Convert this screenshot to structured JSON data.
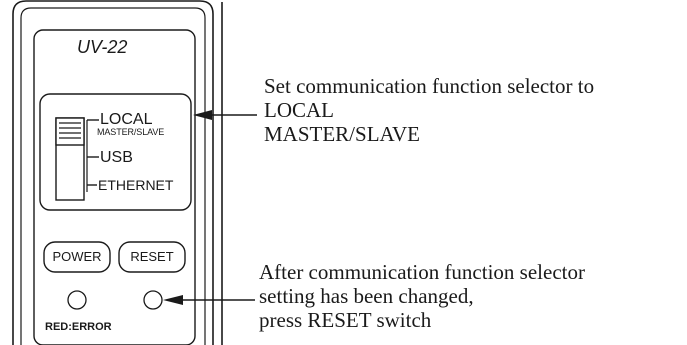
{
  "device": {
    "model": "UV-22",
    "selector": {
      "positions": [
        "LOCAL",
        "MASTER/SLAVE",
        "USB",
        "ETHERNET"
      ]
    },
    "buttons": {
      "power": "POWER",
      "reset": "RESET"
    },
    "led_label": "RED:ERROR"
  },
  "callouts": {
    "selector": {
      "lines": [
        "Set communication function selector to",
        "LOCAL",
        "MASTER/SLAVE"
      ]
    },
    "reset": {
      "lines": [
        "After communication function selector",
        "setting has been changed,",
        "press RESET switch"
      ]
    }
  },
  "colors": {
    "ink": "#1a1a1a",
    "background": "#ffffff"
  }
}
